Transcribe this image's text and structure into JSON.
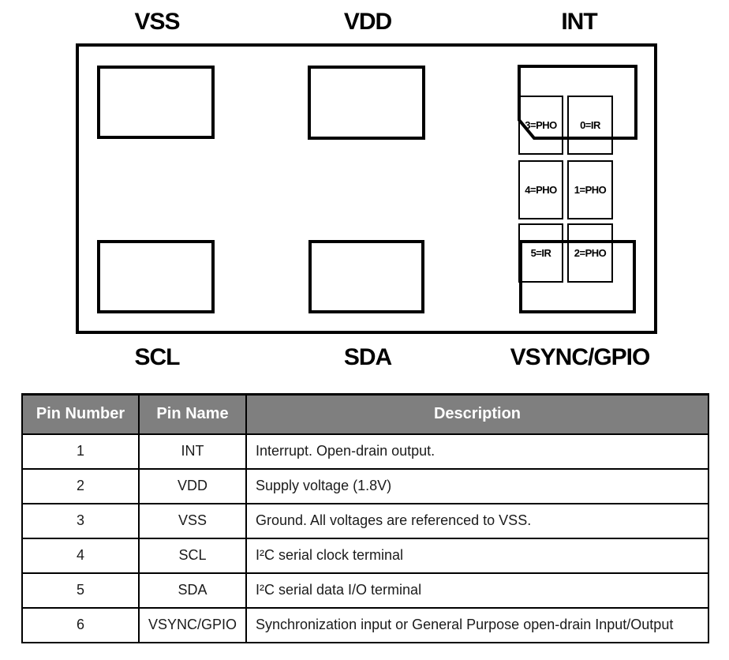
{
  "diagram": {
    "pin_labels": {
      "top": [
        "VSS",
        "VDD",
        "INT"
      ],
      "bottom": [
        "SCL",
        "SDA",
        "VSYNC/GPIO"
      ]
    },
    "channel_cells": [
      "3=PHO",
      "0=IR",
      "4=PHO",
      "1=PHO",
      "5=IR",
      "2=PHO"
    ]
  },
  "table": {
    "headers": [
      "Pin Number",
      "Pin Name",
      "Description"
    ],
    "rows": [
      {
        "number": "1",
        "name": "INT",
        "description": "Interrupt. Open-drain output."
      },
      {
        "number": "2",
        "name": "VDD",
        "description": "Supply voltage (1.8V)"
      },
      {
        "number": "3",
        "name": "VSS",
        "description": "Ground. All voltages are referenced to VSS."
      },
      {
        "number": "4",
        "name": "SCL",
        "description": "I²C serial clock terminal"
      },
      {
        "number": "5",
        "name": "SDA",
        "description": "I²C serial data I/O terminal"
      },
      {
        "number": "6",
        "name": "VSYNC/GPIO",
        "description": "Synchronization input or General Purpose open-drain Input/Output"
      }
    ],
    "colors": {
      "header_bg": "#7f7f7f",
      "header_text": "#ffffff",
      "line": "#000000"
    }
  }
}
